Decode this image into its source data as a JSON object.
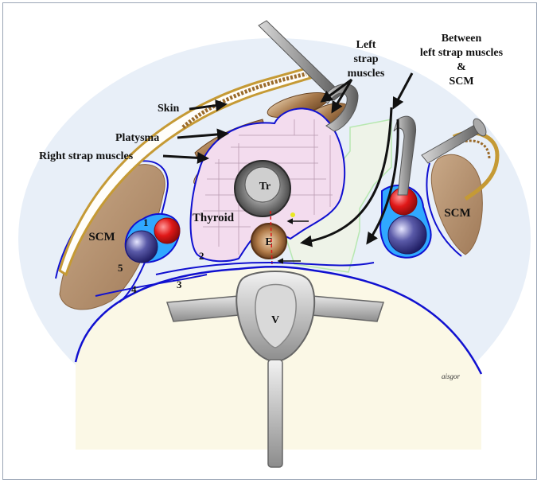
{
  "labels": {
    "skin": "Skin",
    "platysma": "Platysma",
    "right_strap": "Right strap muscles",
    "left_strap_1": "Left",
    "left_strap_2": "strap",
    "left_strap_3": "muscles",
    "between_1": "Between",
    "between_2": "left strap muscles",
    "between_3": "&",
    "between_4": "SCM",
    "scm_left": "SCM",
    "scm_right": "SCM",
    "thyroid": "Thyroid",
    "trachea": "Tr",
    "esophagus": "E",
    "vertebra": "V",
    "num_1": "1",
    "num_2": "2",
    "num_3": "3",
    "num_4": "4",
    "num_5": "5",
    "signature": "aisgor"
  },
  "colors": {
    "fascia_line": "#1010d0",
    "artery": "#e01818",
    "vein": "#2a2880",
    "thyroid": "#f3dcee",
    "muscle": "#a87a4c",
    "background_oval": "#e8eff8",
    "body_fill": "#fbf8e6",
    "dissection_plane": "#eef3e8"
  },
  "icons": {
    "retractor_left": "retractor-icon",
    "retractor_right": "retractor-icon"
  }
}
